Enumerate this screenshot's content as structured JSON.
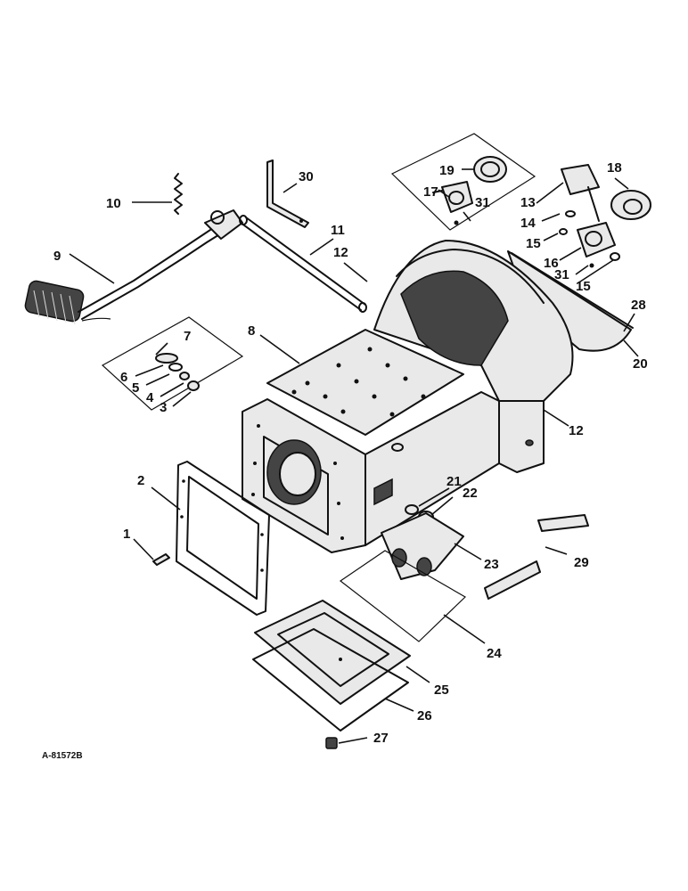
{
  "figure": {
    "reference_code": "A-81572B"
  },
  "labels": [
    {
      "id": "1",
      "text": "1"
    },
    {
      "id": "2",
      "text": "2"
    },
    {
      "id": "3",
      "text": "3"
    },
    {
      "id": "4",
      "text": "4"
    },
    {
      "id": "5",
      "text": "5"
    },
    {
      "id": "6",
      "text": "6"
    },
    {
      "id": "7",
      "text": "7"
    },
    {
      "id": "8",
      "text": "8"
    },
    {
      "id": "9",
      "text": "9"
    },
    {
      "id": "10",
      "text": "10"
    },
    {
      "id": "11",
      "text": "11"
    },
    {
      "id": "12a",
      "text": "12"
    },
    {
      "id": "12b",
      "text": "12"
    },
    {
      "id": "13",
      "text": "13"
    },
    {
      "id": "14",
      "text": "14"
    },
    {
      "id": "15a",
      "text": "15"
    },
    {
      "id": "15b",
      "text": "15"
    },
    {
      "id": "16",
      "text": "16"
    },
    {
      "id": "17",
      "text": "17"
    },
    {
      "id": "18",
      "text": "18"
    },
    {
      "id": "19",
      "text": "19"
    },
    {
      "id": "20",
      "text": "20"
    },
    {
      "id": "21",
      "text": "21"
    },
    {
      "id": "22",
      "text": "22"
    },
    {
      "id": "23",
      "text": "23"
    },
    {
      "id": "24",
      "text": "24"
    },
    {
      "id": "25",
      "text": "25"
    },
    {
      "id": "26",
      "text": "26"
    },
    {
      "id": "27",
      "text": "27"
    },
    {
      "id": "28",
      "text": "28"
    },
    {
      "id": "29",
      "text": "29"
    },
    {
      "id": "30",
      "text": "30"
    },
    {
      "id": "31a",
      "text": "31"
    },
    {
      "id": "31b",
      "text": "31"
    }
  ]
}
